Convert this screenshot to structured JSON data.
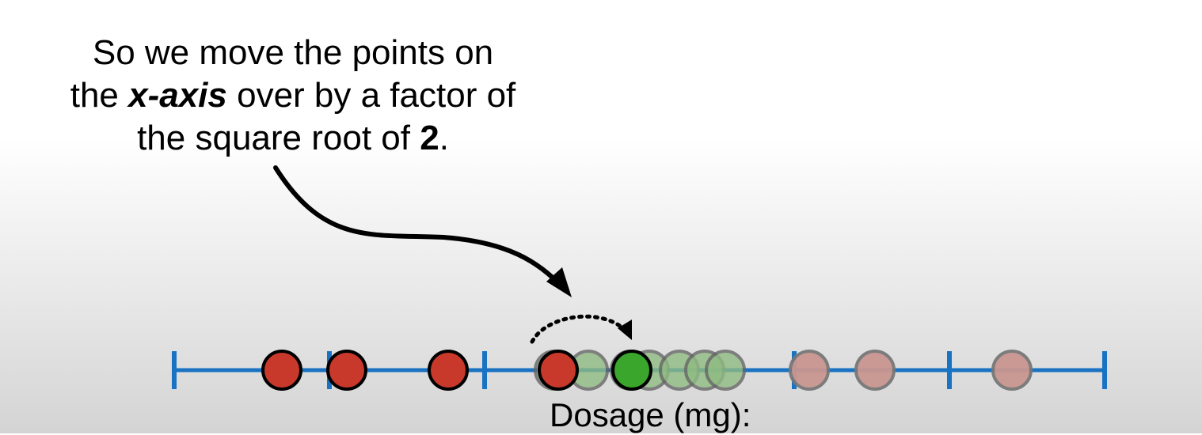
{
  "caption": {
    "line1": "So we move the points on",
    "line2_prefix": "the ",
    "line2_emphasis": "x-axis",
    "line2_suffix": " over by a factor of",
    "line3_prefix": "the square root of ",
    "line3_bold": "2",
    "line3_suffix": "."
  },
  "axis": {
    "label": "Dosage (mg):",
    "color": "#1a73c2",
    "tick_count": 7
  },
  "points": {
    "original_red": {
      "count": 4,
      "color": "#c8392b"
    },
    "shifted_green": {
      "count": 7,
      "color": "#8fbc82"
    },
    "highlight_green": {
      "count": 1,
      "color": "#3aa62b"
    },
    "faded_pink": {
      "count": 3,
      "color": "#c99690"
    }
  },
  "arrows": {
    "curved_pointer": "solid curved arrow from caption to the point on the axis",
    "shift_indicator": "dotted arc arrow showing the point moving right"
  }
}
